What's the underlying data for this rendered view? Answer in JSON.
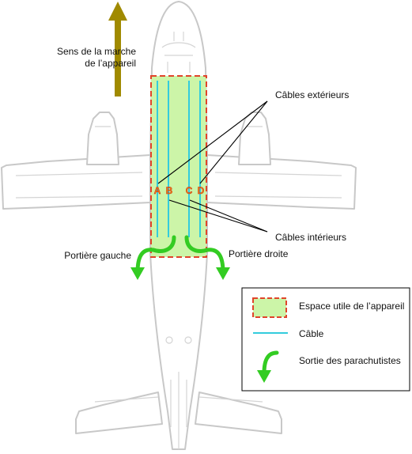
{
  "direction": {
    "line1": "Sens de la marche",
    "line2": "de l’appareil",
    "arrow_color": "#a08a00"
  },
  "callouts": {
    "exterior_cables": "Câbles extérieurs",
    "interior_cables": "Câbles intérieurs",
    "left_door": "Portière gauche",
    "right_door": "Portière droite"
  },
  "cable_letters": [
    "A",
    "B",
    "C",
    "D"
  ],
  "legend": {
    "usable_space": "Espace utile de l’appareil",
    "cable": "Câble",
    "exit": "Sortie des parachutistes"
  },
  "colors": {
    "aircraft_outline": "#c8c8c8",
    "usable_space_fill": "#ccf5a8",
    "usable_space_border": "#e0442a",
    "cable": "#33ccdd",
    "exit_arrow": "#33cc22",
    "letter": "#f08010",
    "letter_outline": "#c0201a"
  }
}
